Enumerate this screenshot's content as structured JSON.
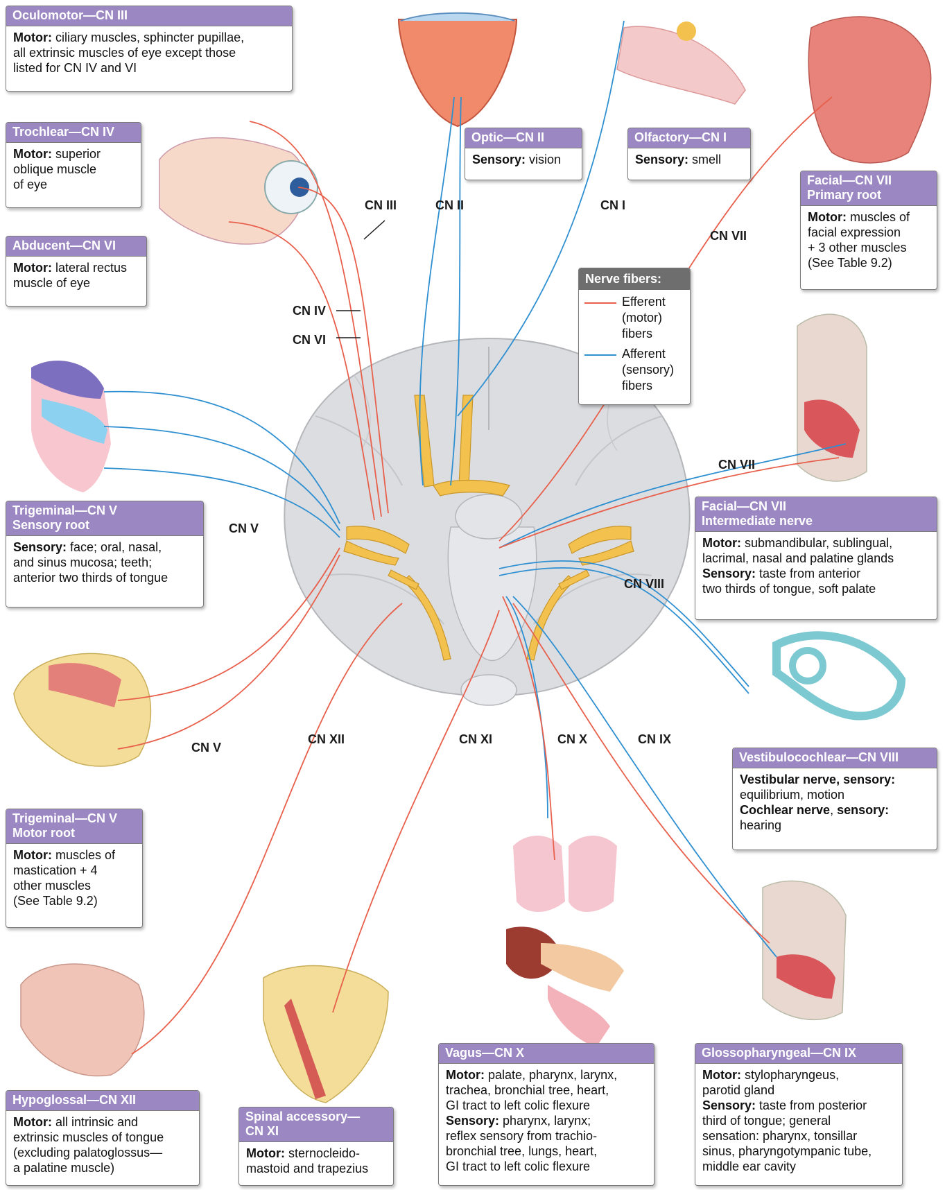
{
  "colors": {
    "efferent": "#e8604c",
    "afferent": "#2e8fd1",
    "nerve": "#f2c14e",
    "header_purple": "#9b87c2",
    "legend_header": "#6e6e6e",
    "brain_gray": "#dcdde0"
  },
  "boxes": {
    "oculomotor": {
      "title": [
        "Oculomotor—CN III"
      ],
      "body": [
        [
          "Motor:",
          " ciliary muscles, sphincter pupillae,"
        ],
        [
          "",
          "all extrinsic muscles of eye except those"
        ],
        [
          "",
          "listed for CN IV and VI"
        ]
      ]
    },
    "trochlear": {
      "title": [
        "Trochlear—CN IV"
      ],
      "body": [
        [
          "Motor:",
          " superior"
        ],
        [
          "",
          "oblique muscle"
        ],
        [
          "",
          "of eye"
        ]
      ]
    },
    "abducent": {
      "title": [
        "Abducent—CN VI"
      ],
      "body": [
        [
          "Motor:",
          " lateral rectus"
        ],
        [
          "",
          "muscle of eye"
        ]
      ]
    },
    "optic": {
      "title": [
        "Optic—CN II"
      ],
      "body": [
        [
          "Sensory:",
          " vision"
        ]
      ]
    },
    "olfactory": {
      "title": [
        "Olfactory—CN I"
      ],
      "body": [
        [
          "Sensory:",
          " smell"
        ]
      ]
    },
    "facial_primary": {
      "title": [
        "Facial—CN VII",
        "Primary root"
      ],
      "body": [
        [
          "Motor:",
          " muscles of"
        ],
        [
          "",
          "facial expression"
        ],
        [
          "",
          "+ 3 other muscles"
        ],
        [
          "",
          "(See Table 9.2)"
        ]
      ]
    },
    "trigeminal_sensory": {
      "title": [
        "Trigeminal—CN V",
        "Sensory root"
      ],
      "body": [
        [
          "Sensory:",
          " face; oral, nasal,"
        ],
        [
          "",
          "and sinus mucosa; teeth;"
        ],
        [
          "",
          "anterior two thirds of tongue"
        ]
      ]
    },
    "facial_intermediate": {
      "title": [
        "Facial—CN VII",
        "Intermediate nerve"
      ],
      "body": [
        [
          "Motor:",
          " submandibular, sublingual,"
        ],
        [
          "",
          "lacrimal, nasal and palatine glands"
        ],
        [
          "Sensory:",
          " taste from anterior"
        ],
        [
          "",
          "two thirds of tongue, soft palate"
        ]
      ]
    },
    "vestibulocochlear": {
      "title": [
        "Vestibulocochlear—CN VIII"
      ],
      "body": [
        [
          "Vestibular nerve, sensory:",
          ""
        ],
        [
          "",
          "equilibrium, motion"
        ],
        [
          "Cochlear nerve",
          ", "
        ],
        [
          "sensory:",
          ""
        ],
        [
          "",
          "hearing"
        ]
      ]
    },
    "trigeminal_motor": {
      "title": [
        "Trigeminal—CN V",
        "Motor root"
      ],
      "body": [
        [
          "Motor:",
          " muscles of"
        ],
        [
          "",
          "mastication + 4"
        ],
        [
          "",
          "other muscles"
        ],
        [
          "",
          "(See Table 9.2)"
        ]
      ]
    },
    "hypoglossal": {
      "title": [
        "Hypoglossal—CN XII"
      ],
      "body": [
        [
          "Motor:",
          " all intrinsic and"
        ],
        [
          "",
          "extrinsic muscles of tongue"
        ],
        [
          "",
          "(excluding palatoglossus—"
        ],
        [
          "",
          "a palatine muscle)"
        ]
      ]
    },
    "spinal_accessory": {
      "title": [
        "Spinal accessory—",
        "CN XI"
      ],
      "body": [
        [
          "Motor:",
          " sternocleido-"
        ],
        [
          "",
          "mastoid and trapezius"
        ]
      ]
    },
    "vagus": {
      "title": [
        "Vagus—CN X"
      ],
      "body": [
        [
          "Motor:",
          " palate, pharynx, larynx,"
        ],
        [
          "",
          "trachea, bronchial tree, heart,"
        ],
        [
          "",
          "GI tract to left colic flexure"
        ],
        [
          "Sensory:",
          " pharynx, larynx;"
        ],
        [
          "",
          "reflex sensory from trachio-"
        ],
        [
          "",
          "bronchial tree, lungs, heart,"
        ],
        [
          "",
          "GI tract to left colic flexure"
        ]
      ]
    },
    "glossopharyngeal": {
      "title": [
        "Glossopharyngeal—CN IX"
      ],
      "body": [
        [
          "Motor:",
          " stylopharyngeus,"
        ],
        [
          "",
          "parotid gland"
        ],
        [
          "Sensory:",
          " taste from posterior"
        ],
        [
          "",
          "third of tongue; general"
        ],
        [
          "",
          "sensation: pharynx, tonsillar"
        ],
        [
          "",
          "sinus, pharyngotympanic tube,"
        ],
        [
          "",
          "middle ear cavity"
        ]
      ]
    }
  },
  "cn_labels": {
    "cn3": "CN III",
    "cn2": "CN II",
    "cn1": "CN I",
    "cn7_top": "CN VII",
    "cn4": "CN IV",
    "cn6": "CN VI",
    "cn5_top": "CN V",
    "cn7_mid": "CN VII",
    "cn8": "CN VIII",
    "cn5_bottom": "CN V",
    "cn12": "CN XII",
    "cn11": "CN XI",
    "cn10": "CN X",
    "cn9": "CN IX"
  },
  "legend": {
    "title": "Nerve fibers:",
    "efferent": [
      "Efferent",
      "(motor)",
      "fibers"
    ],
    "afferent": [
      "Afferent",
      "(sensory)",
      "fibers"
    ]
  }
}
